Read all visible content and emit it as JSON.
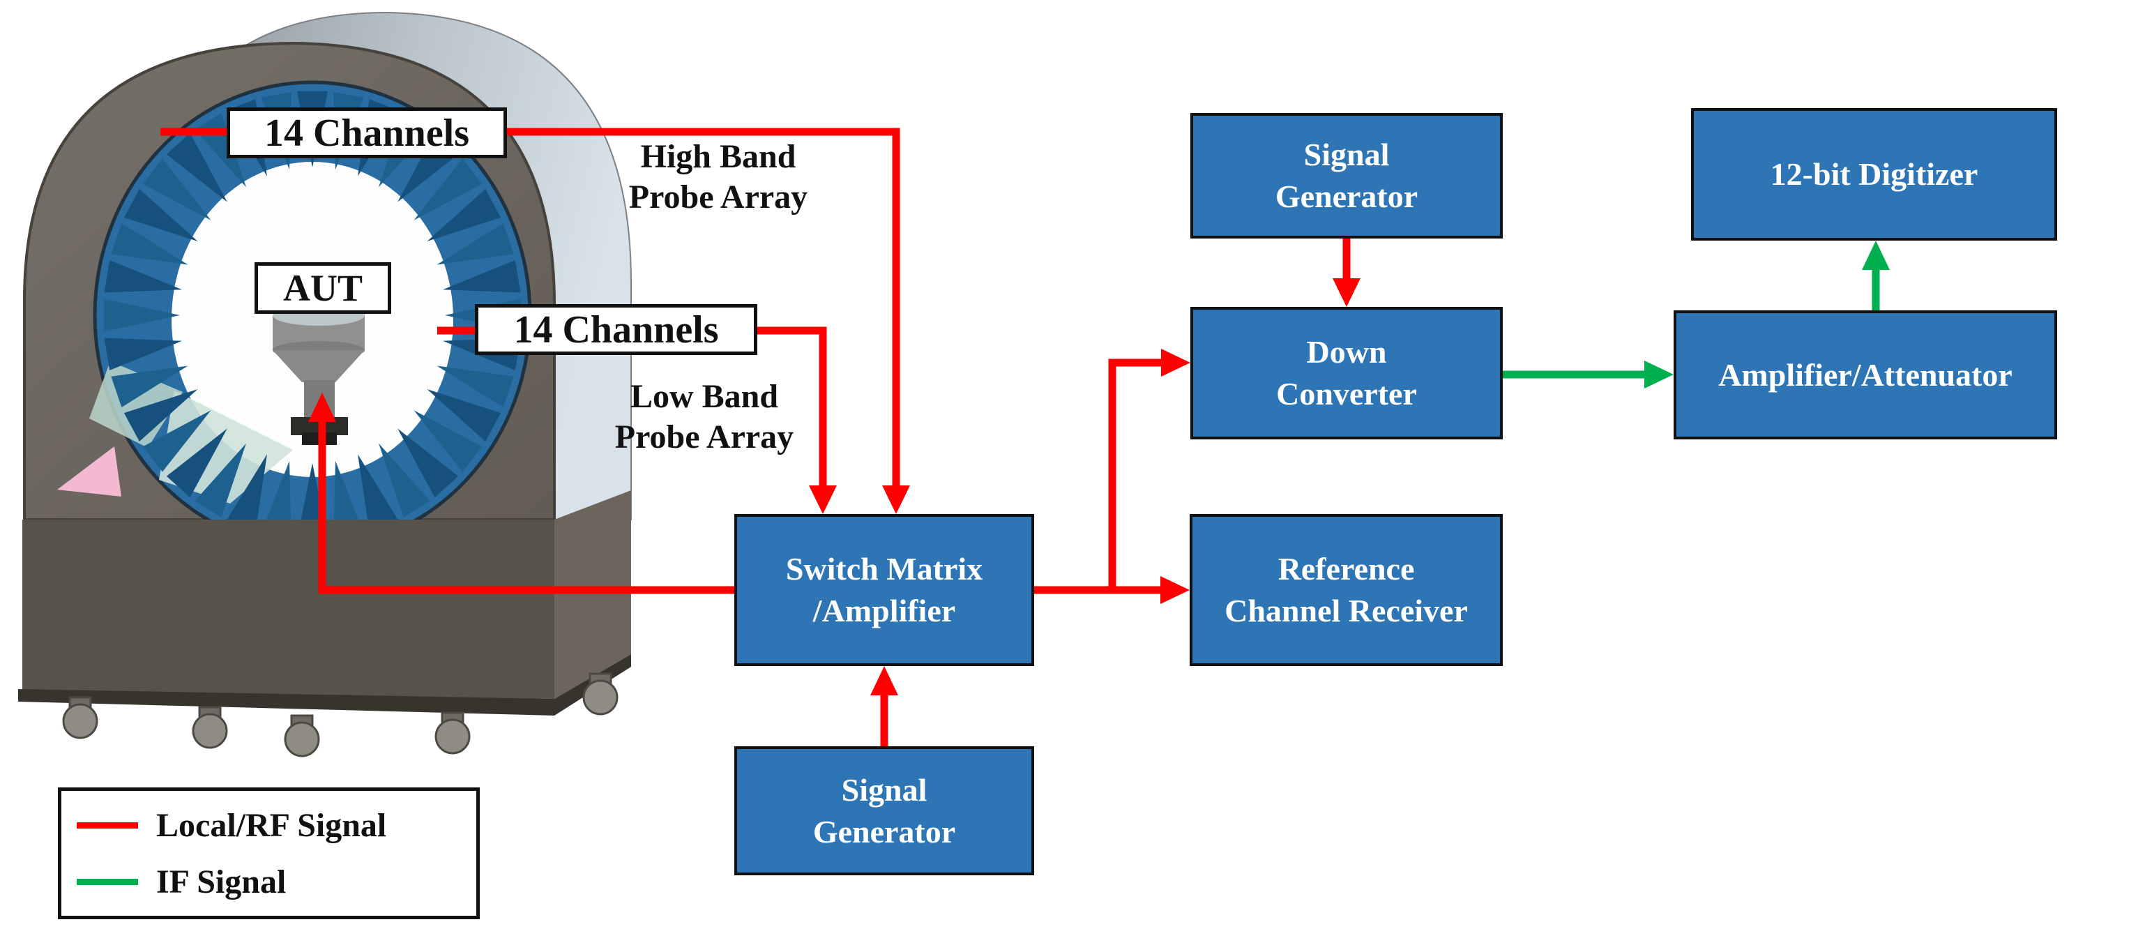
{
  "labels": {
    "channels_high": "14 Channels",
    "channels_low": "14 Channels",
    "aut": "AUT",
    "high_band": {
      "line1": "High Band",
      "line2": "Probe Array"
    },
    "low_band": {
      "line1": "Low Band",
      "line2": "Probe Array"
    }
  },
  "blocks": {
    "switch_matrix": {
      "line1": "Switch Matrix",
      "line2": "/Amplifier"
    },
    "signal_generator_bottom": {
      "line1": "Signal",
      "line2": "Generator"
    },
    "signal_generator_top": {
      "line1": "Signal",
      "line2": "Generator"
    },
    "down_converter": {
      "line1": "Down",
      "line2": "Converter"
    },
    "reference_receiver": {
      "line1": "Reference",
      "line2": "Channel Receiver"
    },
    "amplifier_attenuator": {
      "line1": "Amplifier/Attenuator",
      "line2": ""
    },
    "digitizer": {
      "line1": "12-bit Digitizer",
      "line2": ""
    }
  },
  "legend": {
    "items": [
      {
        "label": "Local/RF Signal",
        "color": "#ff0000"
      },
      {
        "label": "IF Signal",
        "color": "#00b050"
      }
    ]
  },
  "colors": {
    "block_fill": "#2e75b6",
    "rf_signal": "#ff0000",
    "if_signal": "#00b050"
  }
}
